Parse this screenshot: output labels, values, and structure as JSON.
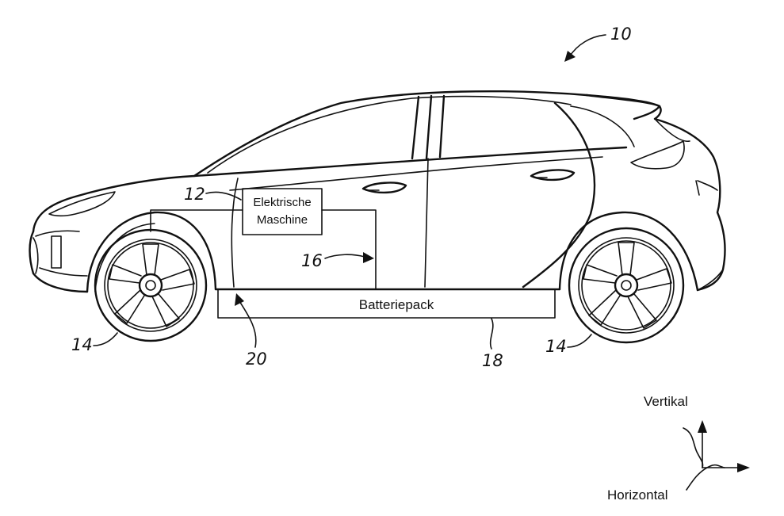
{
  "labels": {
    "electric_machine_line1": "Elektrische",
    "electric_machine_line2": "Maschine",
    "battery_pack": "Batteriepack",
    "vertical": "Vertikal",
    "horizontal": "Horizontal"
  },
  "reference_numerals": {
    "vehicle": "10",
    "electric_machine": "12",
    "wheel_front": "14",
    "wheel_rear": "14",
    "power_line": "16",
    "battery": "18",
    "bracket": "20"
  }
}
